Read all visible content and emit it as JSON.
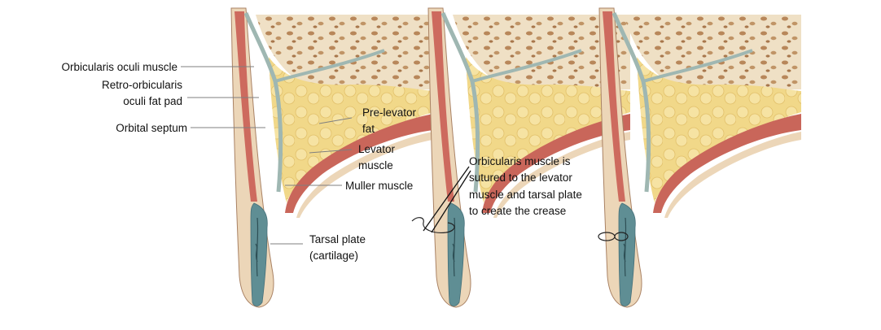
{
  "labels": {
    "orbicularis_oculi_muscle": "Orbicularis oculi muscle",
    "retro_orbicularis_line1": "Retro-orbicularis",
    "retro_orbicularis_line2": "oculi fat pad",
    "orbital_septum": "Orbital septum",
    "pre_levator_line1": "Pre-levator",
    "pre_levator_line2": "fat",
    "levator_line1": "Levator",
    "levator_line2": "muscle",
    "muller_muscle": "Muller muscle",
    "tarsal_line1": "Tarsal plate",
    "tarsal_line2": "(cartilage)",
    "suture_note_line1": "Orbicularis muscle is",
    "suture_note_line2": "sutured to the levator",
    "suture_note_line3": "muscle and tarsal plate",
    "suture_note_line4": "to create the crease"
  },
  "colors": {
    "skin": "#ecd6b8",
    "orbicularis": "#cd6a5e",
    "septum": "#9fb7b2",
    "fat": "#f1d889",
    "bone": "#efe0c5",
    "levator": "#c9665a",
    "tarsus": "#5f8e94"
  }
}
